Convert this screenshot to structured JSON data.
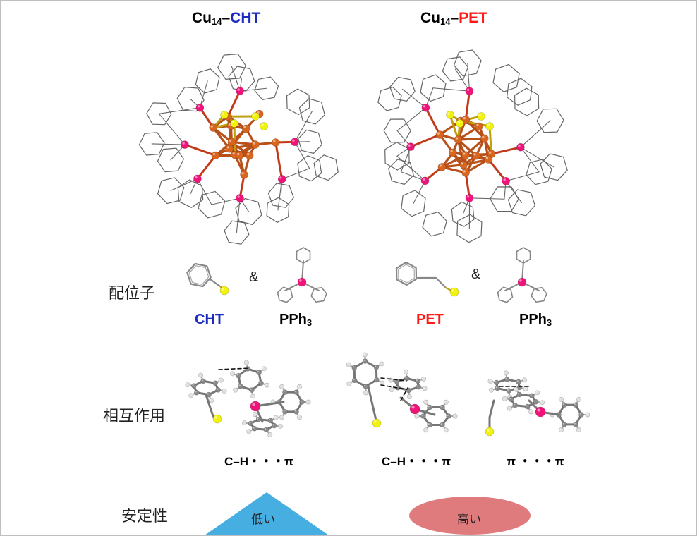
{
  "clusters": [
    {
      "prefix": "Cu",
      "sub": "14",
      "dash": "–",
      "ligand": "CHT",
      "color": "#1c2bbf"
    },
    {
      "prefix": "Cu",
      "sub": "14",
      "dash": "–",
      "ligand": "PET",
      "color": "#ff1a1a"
    }
  ],
  "labels": {
    "ligand_row": "配位子",
    "interaction_row": "相互作用",
    "stability_row": "安定性"
  },
  "ligands": {
    "left_thiol": "CHT",
    "right_thiol": "PET",
    "amp": "&",
    "pph3_base": "PPh",
    "pph3_sub": "3"
  },
  "interactions": [
    "C–H・・・π",
    "C–H・・・π",
    "π ・・・π"
  ],
  "stability": {
    "low": "低い",
    "high": "高い",
    "low_color": "#46aee0",
    "high_color": "#e07b7d"
  },
  "colors": {
    "copper": "#d9661f",
    "sulfur": "#f2f20f",
    "phosphorus": "#f0147a",
    "bond": "#555555"
  }
}
